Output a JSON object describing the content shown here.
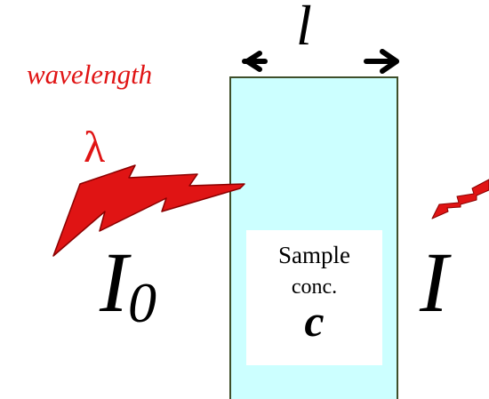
{
  "labels": {
    "wavelength": "wavelength",
    "lambda": "λ",
    "path_length": "l",
    "incident_base": "I",
    "incident_sub": "0",
    "transmitted": "I",
    "sample_line1": "Sample",
    "sample_line2": "conc.",
    "conc_symbol": "c"
  },
  "colors": {
    "beam": "#e01414",
    "cuvette": "#ccffff",
    "cuvette_border": "#3f4f2a",
    "text": "#000000"
  },
  "icons": {
    "incident_beam": "lightning-bolt-icon",
    "transmitted_beam": "lightning-bolt-icon",
    "left_arrow": "arrow-left-icon",
    "right_arrow": "arrow-right-icon"
  }
}
